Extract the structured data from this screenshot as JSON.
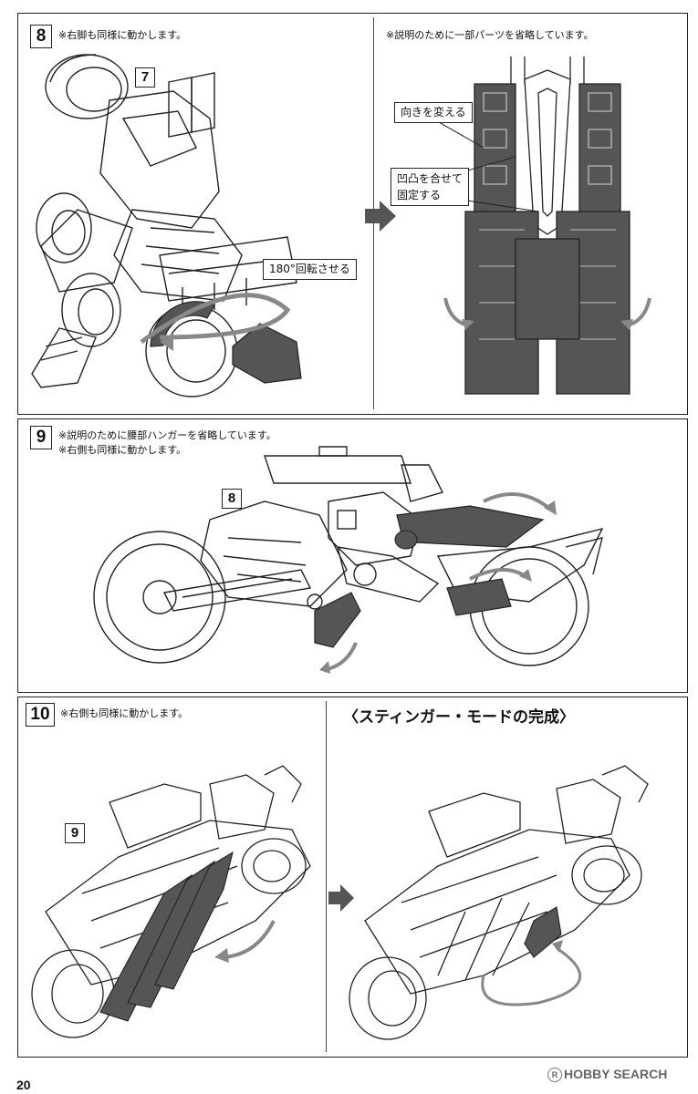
{
  "page_number": "20",
  "watermark": {
    "mark": "R",
    "text": "HOBBY SEARCH"
  },
  "step8": {
    "number": "8",
    "left_note": "※右脚も同様に動かします。",
    "right_note": "※説明のために一部パーツを省略しています。",
    "ref_step": "7",
    "rotate_callout": "180°回転させる",
    "direction_callout": "向きを変える",
    "align_callout_line1": "凹凸を合せて",
    "align_callout_line2": "固定する"
  },
  "step9": {
    "number": "9",
    "note_line1": "※説明のために腰部ハンガーを省略しています。",
    "note_line2": "※右側も同様に動かします。",
    "ref_step": "8"
  },
  "step10": {
    "number": "10",
    "note": "※右側も同様に動かします。",
    "ref_step": "9",
    "completion_title": "〈スティンガー・モードの完成〉"
  },
  "colors": {
    "part_highlight": "#555555",
    "line": "#222222",
    "arrow": "#888888"
  },
  "icons": [
    "right-arrow-icon",
    "rotate-arrow-icon",
    "curved-arrow-icon"
  ]
}
